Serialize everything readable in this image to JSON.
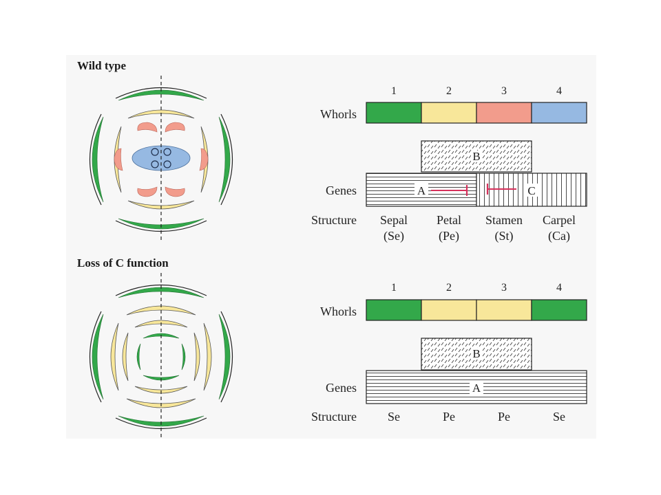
{
  "colors": {
    "sepal": "#33a84a",
    "petal": "#f8e79a",
    "stamen": "#f29c8c",
    "carpel": "#96b9e2",
    "repression": "#d6305b",
    "background": "#f7f7f7"
  },
  "wild_type": {
    "title": "Wild type",
    "whorl_numbers": [
      "1",
      "2",
      "3",
      "4"
    ],
    "whorls_label": "Whorls",
    "whorl_colors": [
      "sepal",
      "petal",
      "stamen",
      "carpel"
    ],
    "genes_label": "Genes",
    "gene_b": "B",
    "gene_a": "A",
    "gene_c": "C",
    "structure_label": "Structure",
    "structures": [
      "Sepal",
      "Petal",
      "Stamen",
      "Carpel"
    ],
    "abbreviations": [
      "(Se)",
      "(Pe)",
      "(St)",
      "(Ca)"
    ]
  },
  "loss_of_c": {
    "title": "Loss of C function",
    "whorl_numbers": [
      "1",
      "2",
      "3",
      "4"
    ],
    "whorls_label": "Whorls",
    "whorl_colors": [
      "sepal",
      "petal",
      "petal",
      "sepal"
    ],
    "genes_label": "Genes",
    "gene_b": "B",
    "gene_a": "A",
    "structure_label": "Structure",
    "structures": [
      "Se",
      "Pe",
      "Pe",
      "Se"
    ]
  }
}
